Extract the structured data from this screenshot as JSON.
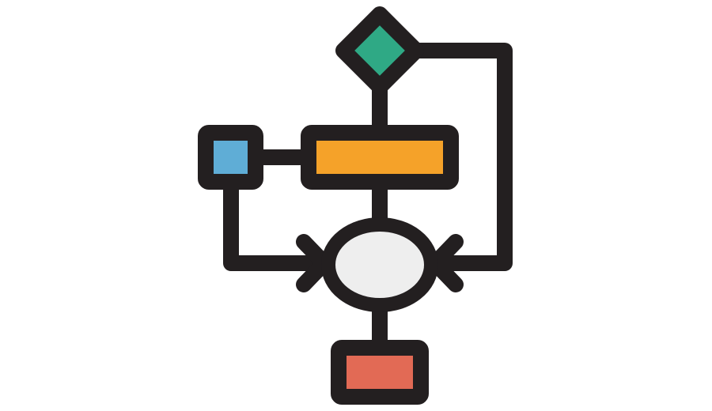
{
  "diagram": {
    "type": "flowchart-icon",
    "colors": {
      "stroke": "#231f20",
      "decision": "#2fa985",
      "process": "#f5a229",
      "input": "#5fadd6",
      "connector": "#eeeeee",
      "terminal": "#e26a55",
      "background": "#ffffff"
    },
    "nodes": [
      {
        "id": "decision",
        "shape": "diamond"
      },
      {
        "id": "process",
        "shape": "rectangle"
      },
      {
        "id": "input",
        "shape": "square"
      },
      {
        "id": "merge",
        "shape": "ellipse"
      },
      {
        "id": "terminal",
        "shape": "rectangle"
      }
    ],
    "edges": [
      {
        "from": "decision",
        "to": "process"
      },
      {
        "from": "input",
        "to": "process"
      },
      {
        "from": "process",
        "to": "merge"
      },
      {
        "from": "input",
        "to": "merge",
        "arrow": true
      },
      {
        "from": "decision",
        "to": "merge",
        "arrow": true
      },
      {
        "from": "merge",
        "to": "terminal"
      }
    ]
  }
}
